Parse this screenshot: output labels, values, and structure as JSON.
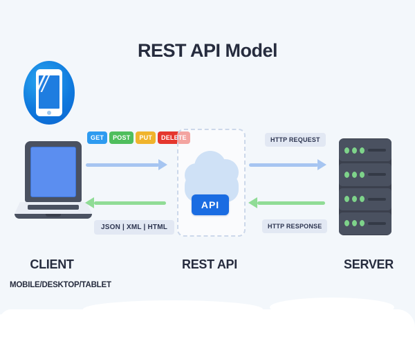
{
  "title": "REST API Model",
  "client": {
    "label": "CLIENT",
    "sublabel": "MOBILE/DESKTOP/TABLET"
  },
  "rest_api": {
    "label": "REST API",
    "api_badge": "API"
  },
  "server": {
    "label": "SERVER"
  },
  "methods": [
    {
      "label": "GET",
      "color": "#2e9bf0"
    },
    {
      "label": "POST",
      "color": "#4fbe5d"
    },
    {
      "label": "PUT",
      "color": "#f0b42c"
    },
    {
      "label": "DELETE",
      "color": "#e5372e"
    }
  ],
  "left_flow": {
    "response_formats": "JSON | XML | HTML"
  },
  "right_flow": {
    "request_label": "HTTP REQUEST",
    "response_label": "HTTP RESPONSE"
  },
  "colors": {
    "background": "#f3f7fb",
    "title_text": "#262c3e",
    "request_arrow": "#a6c5f1",
    "response_arrow": "#90dc96",
    "api_badge_bg": "#1a6ce2",
    "pill_bg": "#e2e8f3",
    "cloud": "#cfe1f6",
    "server_body": "#4a5160",
    "server_led": "#7ed38a"
  }
}
